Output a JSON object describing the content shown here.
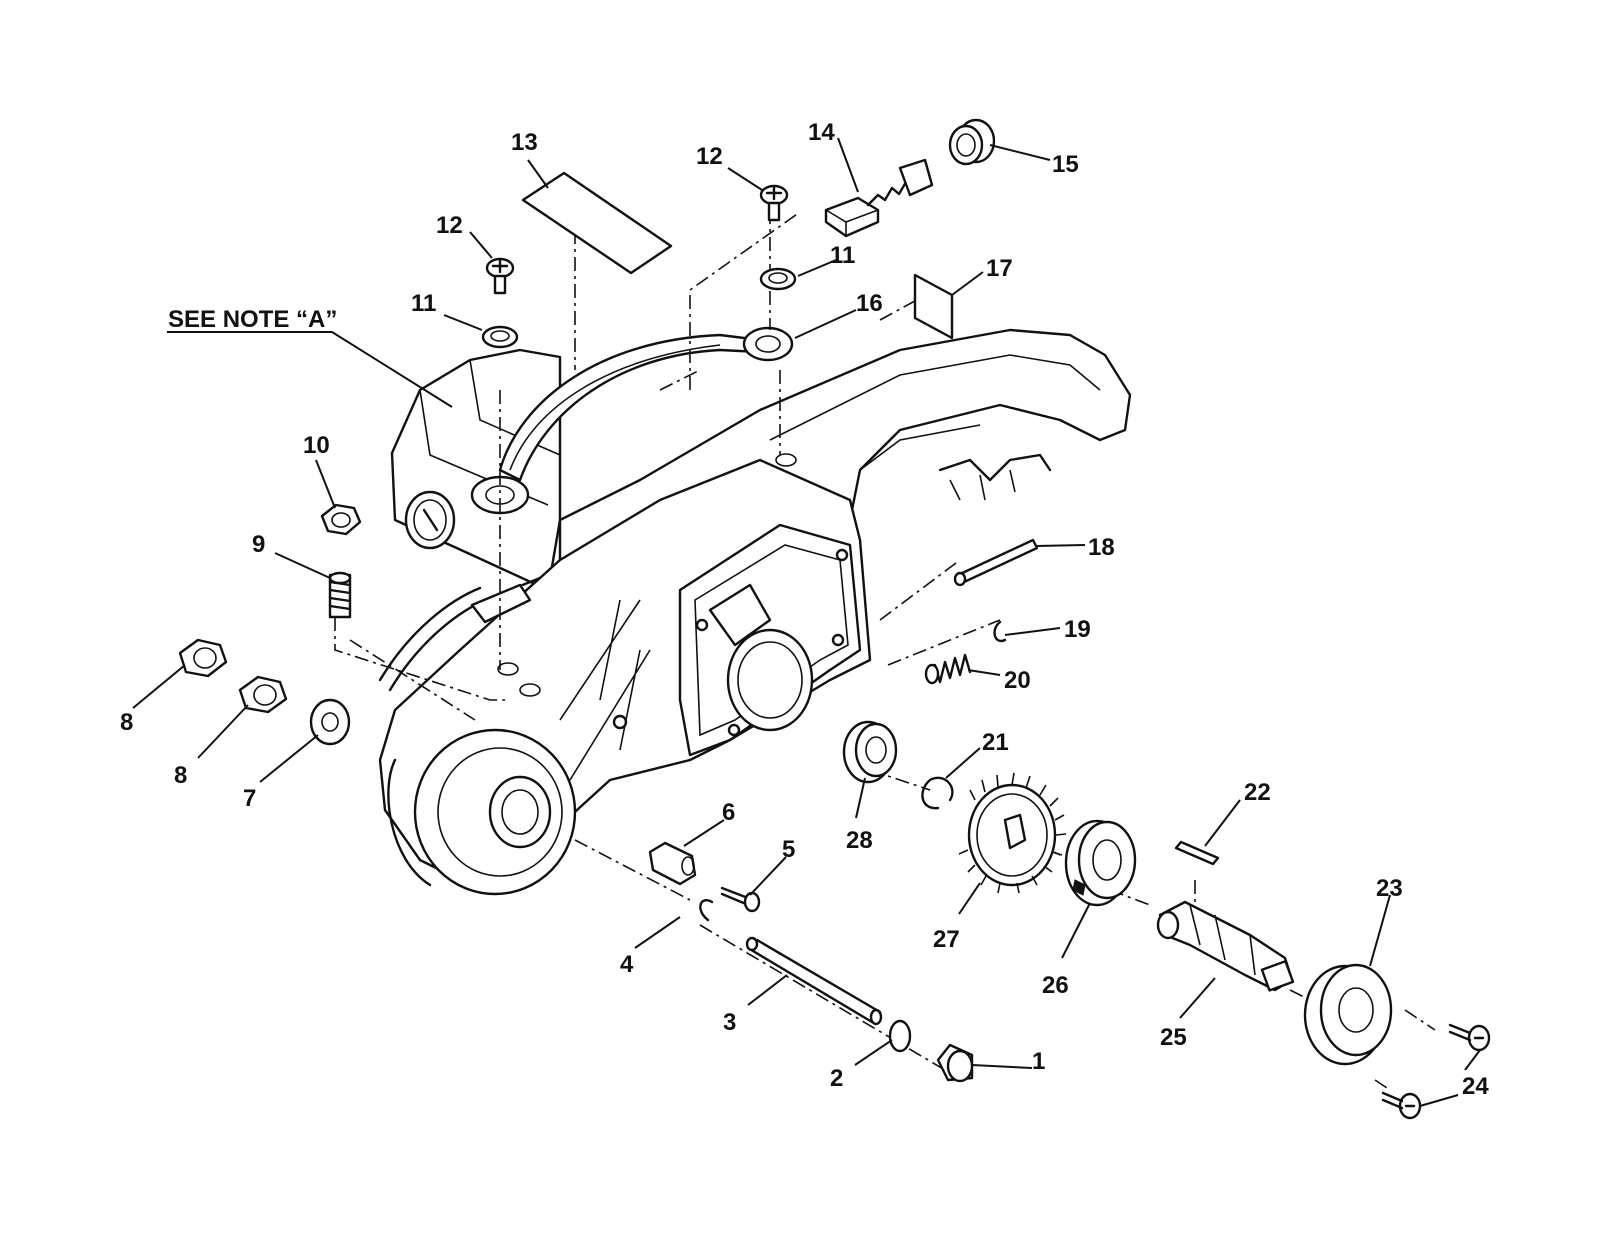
{
  "note": "SEE NOTE “A”",
  "callouts": [
    "1",
    "2",
    "3",
    "4",
    "5",
    "6",
    "7",
    "8",
    "8",
    "9",
    "10",
    "11",
    "11",
    "12",
    "12",
    "13",
    "14",
    "15",
    "16",
    "17",
    "18",
    "19",
    "20",
    "21",
    "22",
    "23",
    "24",
    "25",
    "26",
    "27",
    "28"
  ]
}
